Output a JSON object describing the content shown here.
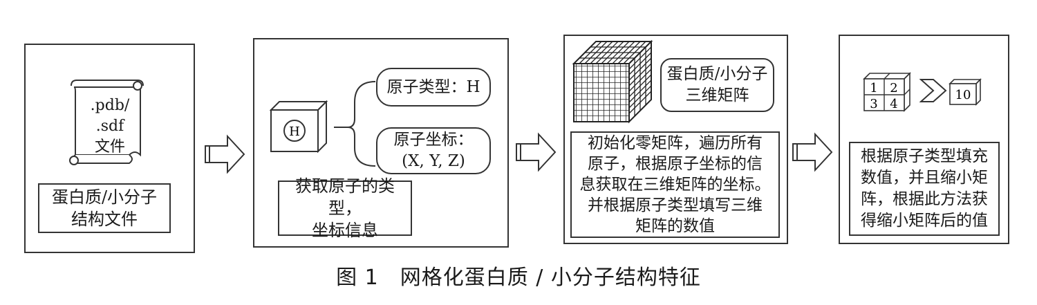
{
  "panels": [
    {
      "file_ext": ".pdb/\n.sdf\n文件",
      "label": "蛋白质/小分子\n结构文件"
    },
    {
      "atom_symbol": "H",
      "atom_type": "原子类型：H",
      "atom_coord": "原子坐标：\n(X, Y, Z)",
      "label": "获取原子的类型，\n坐标信息"
    },
    {
      "matrix_label": "蛋白质/小分子\n三维矩阵",
      "description": "初始化零矩阵，遍历所有\n原子，根据原子坐标的信\n息获取在三维矩阵的坐标。\n并根据原子类型填写三维\n矩阵的数值"
    },
    {
      "cells": [
        "1",
        "2",
        "3",
        "4"
      ],
      "result": "10",
      "description": "根据原子类型填充\n数值，并且缩小矩\n阵，根据此方法获\n得缩小矩阵后的值"
    }
  ],
  "caption": "图 1　网格化蛋白质 / 小分子结构特征"
}
